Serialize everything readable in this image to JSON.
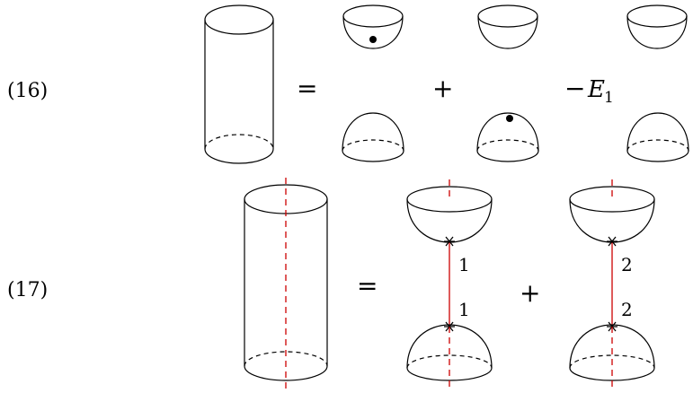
{
  "colors": {
    "ink": "#000000",
    "cut_line": "#cc0000"
  },
  "row16": {
    "label": "(16)",
    "equals": "=",
    "plus": "+",
    "minus": "−",
    "coefficient": "E",
    "coefficient_sub": "1"
  },
  "row17": {
    "label": "(17)",
    "equals": "=",
    "plus": "+",
    "term1": {
      "index_top": "1",
      "index_bottom": "1"
    },
    "term2": {
      "index_top": "2",
      "index_bottom": "2"
    }
  }
}
